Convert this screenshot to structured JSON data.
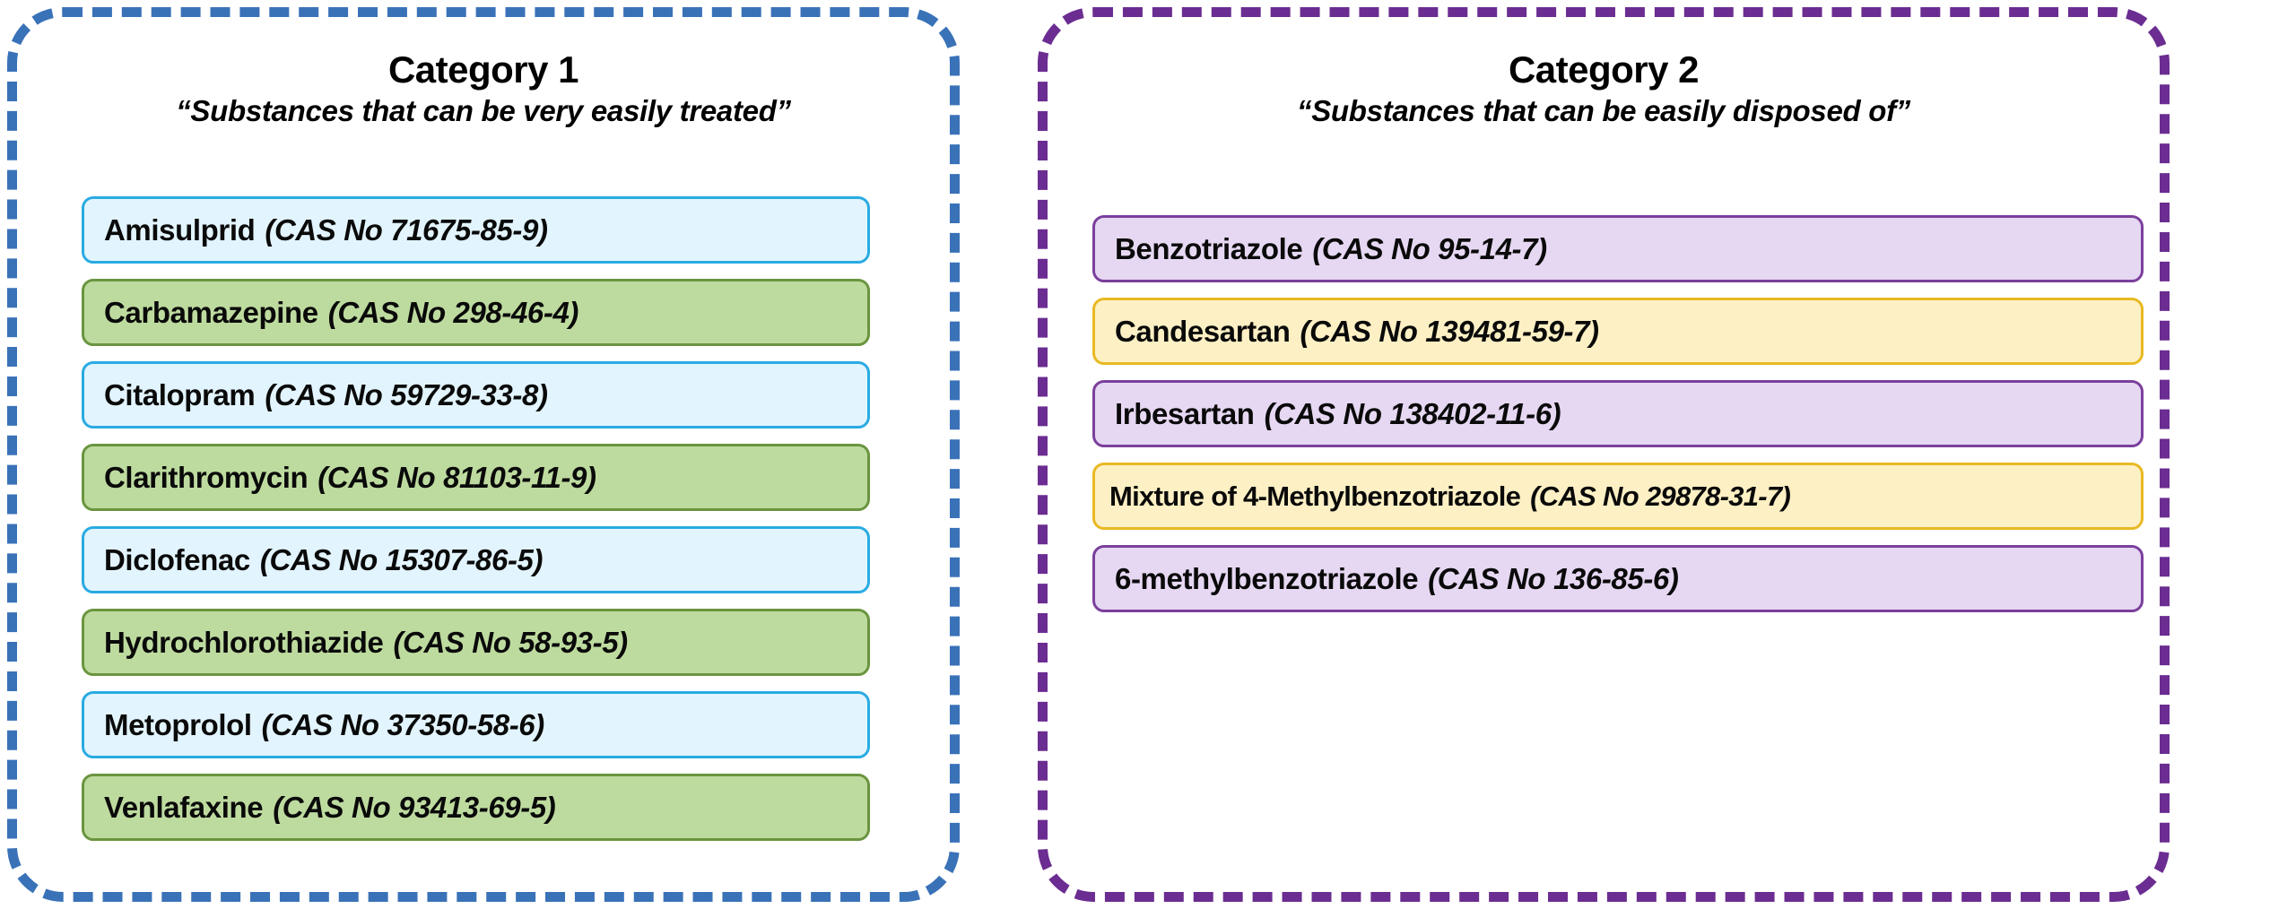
{
  "categories": [
    {
      "id": "category-1",
      "title": "Category 1",
      "subtitle": "“Substances that can be very easily treated”",
      "border_color": "#3a72b8",
      "items": [
        {
          "name": "Amisulprid",
          "cas": "(CAS No 71675-85-9)",
          "color": "blue"
        },
        {
          "name": "Carbamazepine",
          "cas": "(CAS No 298-46-4)",
          "color": "green"
        },
        {
          "name": "Citalopram",
          "cas": "(CAS No 59729-33-8)",
          "color": "blue"
        },
        {
          "name": "Clarithromycin",
          "cas": "(CAS No 81103-11-9)",
          "color": "green"
        },
        {
          "name": "Diclofenac",
          "cas": "(CAS No 15307-86-5)",
          "color": "blue"
        },
        {
          "name": "Hydrochlorothiazide",
          "cas": "(CAS No 58-93-5)",
          "color": "green"
        },
        {
          "name": "Metoprolol",
          "cas": "(CAS No 37350-58-6)",
          "color": "blue"
        },
        {
          "name": "Venlafaxine",
          "cas": "(CAS No 93413-69-5)",
          "color": "green"
        }
      ]
    },
    {
      "id": "category-2",
      "title": "Category 2",
      "subtitle": "“Substances that can be easily disposed of”",
      "border_color": "#6b2d91",
      "items": [
        {
          "name": "Benzotriazole",
          "cas": "(CAS No 95-14-7)",
          "color": "purple"
        },
        {
          "name": "Candesartan",
          "cas": "(CAS No 139481-59-7)",
          "color": "yellow"
        },
        {
          "name": "Irbesartan",
          "cas": "(CAS No 138402-11-6)",
          "color": "purple"
        },
        {
          "name": "Mixture of 4-Methylbenzotriazole",
          "cas": "(CAS No 29878-31-7)",
          "color": "yellow"
        },
        {
          "name": "6-methylbenzotriazole",
          "cas": "(CAS No 136-85-6)",
          "color": "purple"
        }
      ]
    }
  ],
  "palette": {
    "blue_fill": "#e2f4fd",
    "blue_border": "#29abe2",
    "green_fill": "#bedb9f",
    "green_border": "#6a953f",
    "purple_fill": "#e6d8f2",
    "purple_border": "#7b3f9d",
    "yellow_fill": "#fdf0c4",
    "yellow_border": "#e8b922",
    "cat1_dash": "#3a72b8",
    "cat2_dash": "#6b2d91"
  }
}
